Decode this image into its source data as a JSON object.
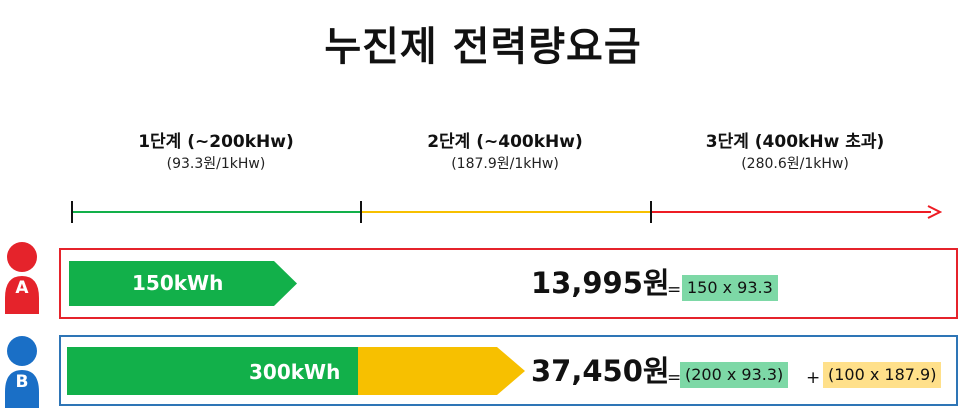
{
  "title": "누진제 전력량요금",
  "tiers": [
    {
      "label": "1단계 (~200kHw)",
      "rate": "(93.3원/1kHw)",
      "color": "#12b04a"
    },
    {
      "label": "2단계 (~400kHw)",
      "rate": "(187.9원/1kHw)",
      "color": "#f7c000"
    },
    {
      "label": "3단계 (400kHw 초과)",
      "rate": "(280.6원/1kHw)",
      "color": "#ee1c24"
    }
  ],
  "customers": [
    {
      "letter": "A",
      "color": "#e5232b",
      "border_color": "#e5232b",
      "usage_label": "150kWh",
      "usage_kwh": 150,
      "cost": "13,995원",
      "equals": "=",
      "formula_parts": [
        {
          "text": "150  x  93.3",
          "bg": "#7dd8a6"
        }
      ]
    },
    {
      "letter": "B",
      "color": "#1a6fc6",
      "border_color": "#2e75b6",
      "usage_label": "300kWh",
      "usage_kwh": 300,
      "cost": "37,450원",
      "equals": "=",
      "plus": "+",
      "formula_parts": [
        {
          "text": "(200  x  93.3)",
          "bg": "#7dd8a6"
        },
        {
          "text": "(100  x  187.9)",
          "bg": "#ffe08a"
        }
      ]
    }
  ]
}
